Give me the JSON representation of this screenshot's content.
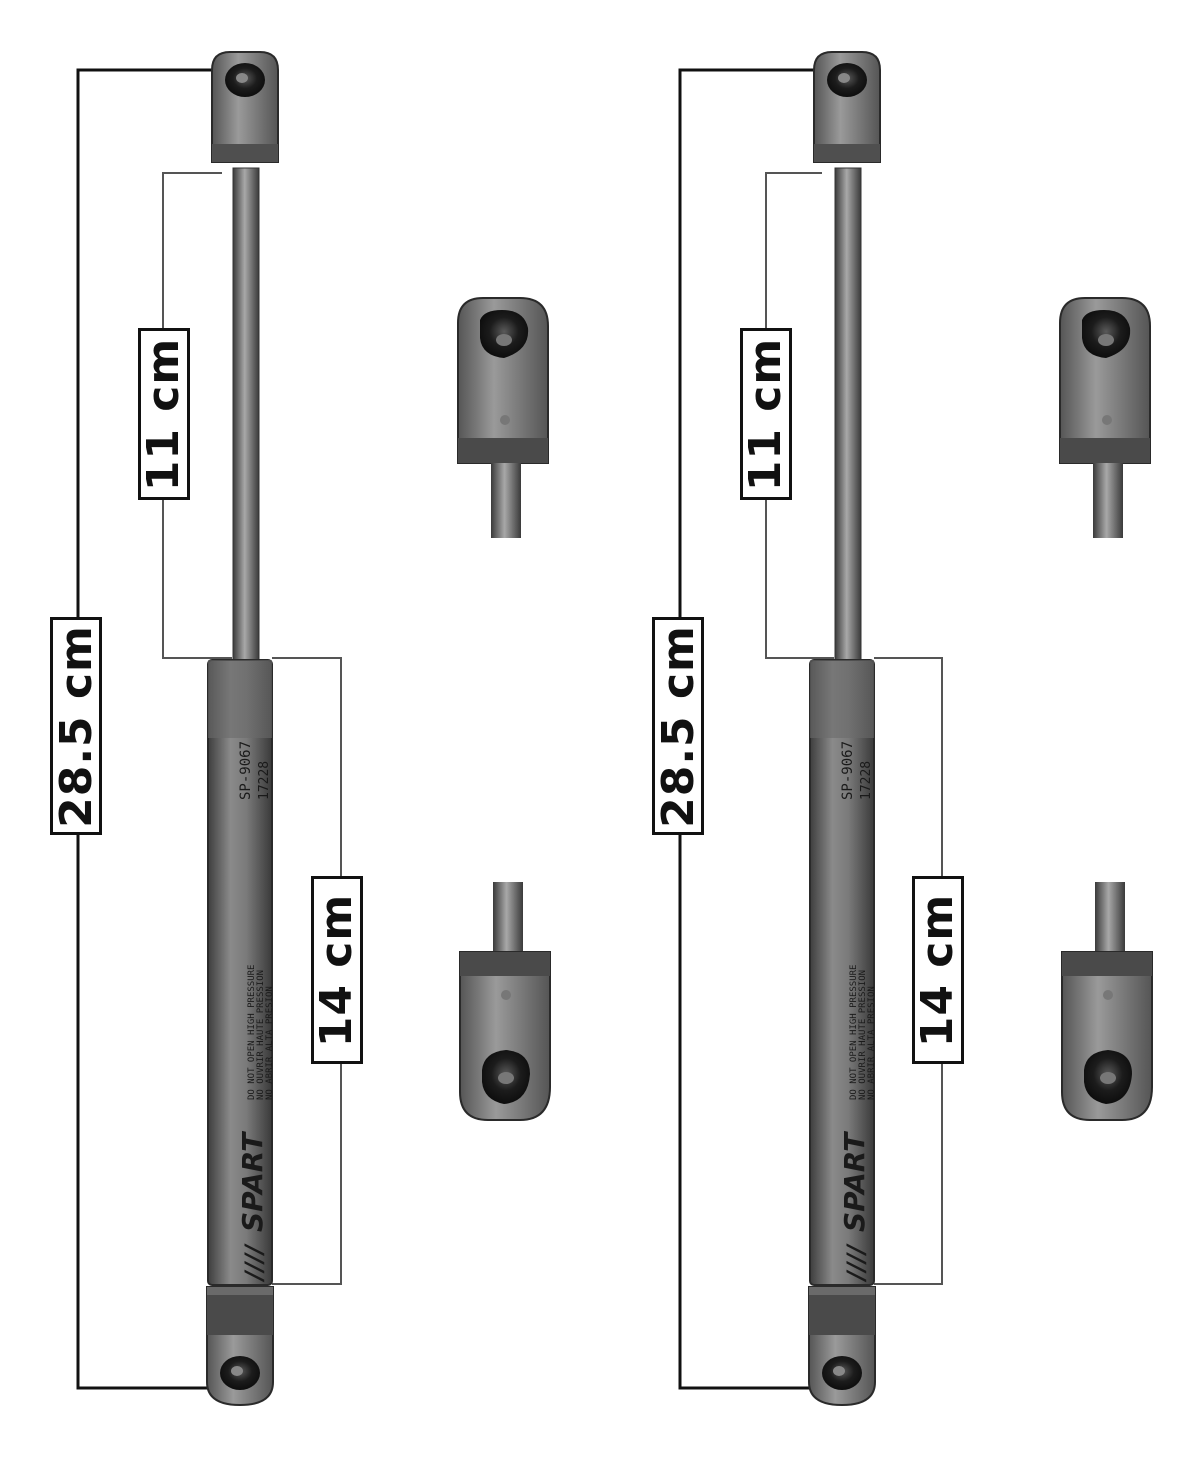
{
  "dimensions": {
    "total_length": "28.5 cm",
    "rod_length": "11 cm",
    "body_length": "14 cm"
  },
  "strut_print": {
    "part_number": "SP-9067",
    "batch": "17228",
    "warning_lines": [
      "DO NOT OPEN HIGH PRESSURE",
      "NO OUVRIR HAUTE PRESSION",
      "NO ABRIR ALTA PRESION"
    ],
    "brand": "SPART",
    "brand_stripes": "////"
  },
  "colors": {
    "metal": "#7d7d7d",
    "metal_dark": "#4a4a4a",
    "rod": "#8a8a8a",
    "line": "#111111",
    "guide": "#555555"
  }
}
